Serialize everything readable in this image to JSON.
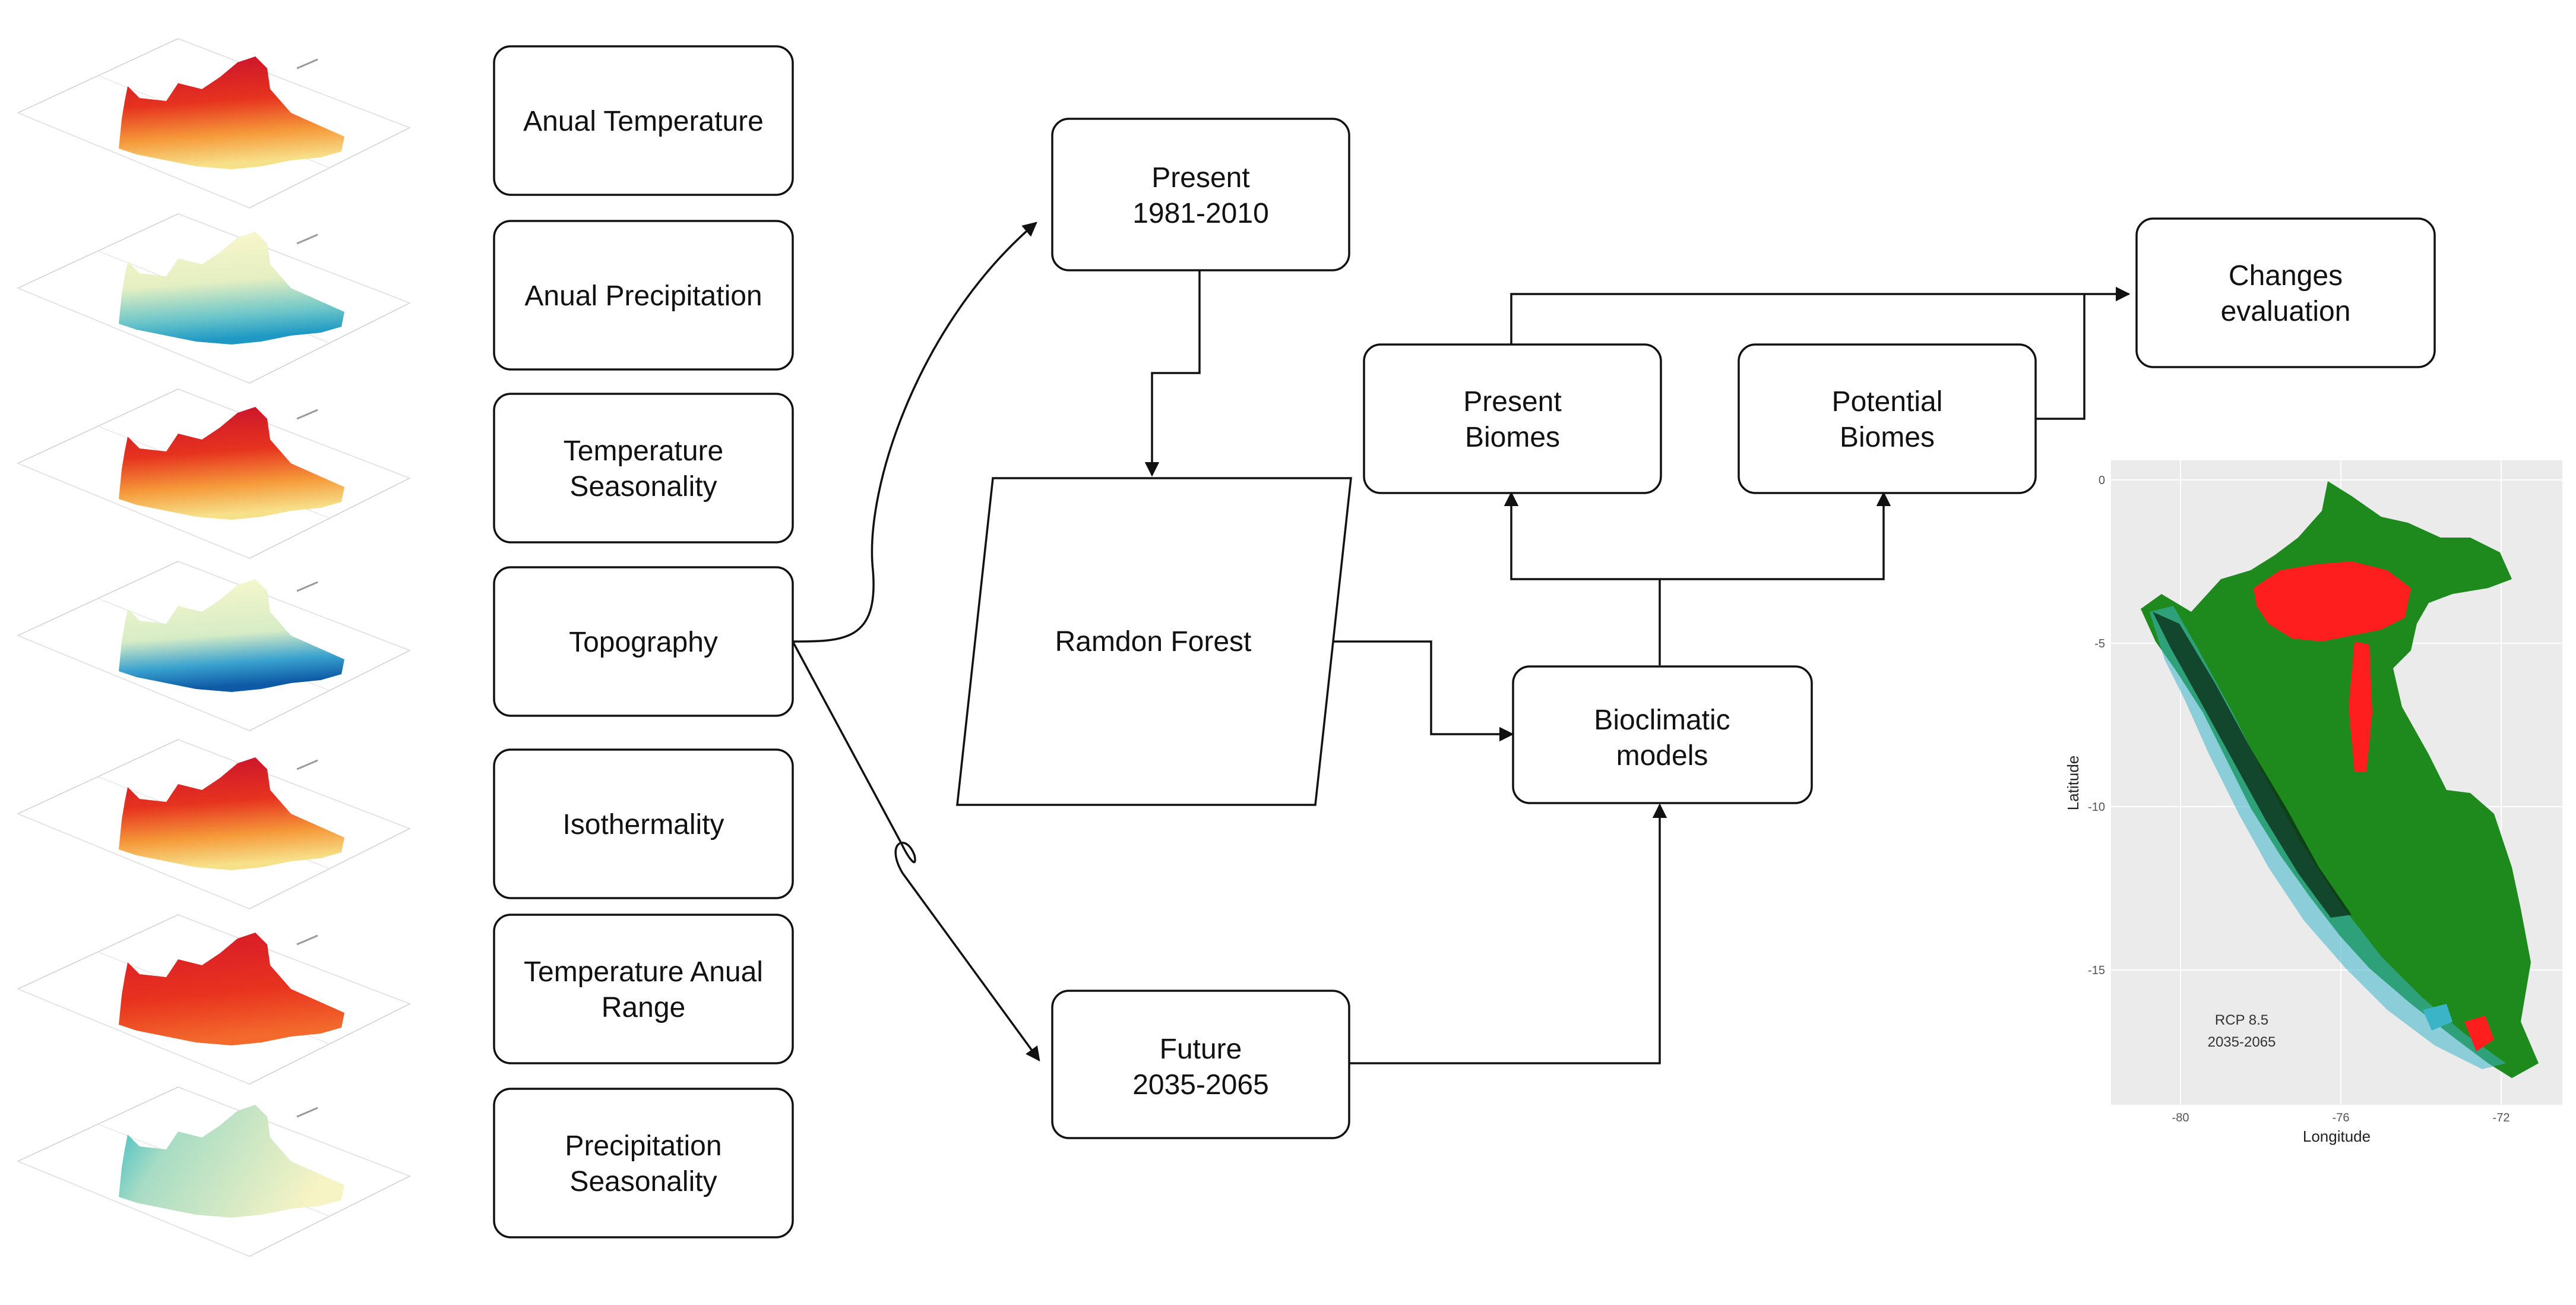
{
  "variables": [
    {
      "id": "annual-temperature",
      "label": "Anual Temperature"
    },
    {
      "id": "annual-precipitation",
      "label": "Anual Precipitation"
    },
    {
      "id": "temperature-seasonality",
      "label": [
        "Temperature",
        "Seasonality"
      ]
    },
    {
      "id": "topography",
      "label": "Topography"
    },
    {
      "id": "isothermality",
      "label": "Isothermality"
    },
    {
      "id": "temperature-annual-range",
      "label": [
        "Temperature Anual",
        "Range"
      ]
    },
    {
      "id": "precipitation-seasonality",
      "label": [
        "Precipitation",
        "Seasonality"
      ]
    }
  ],
  "thumbnails": [
    {
      "palette": "red"
    },
    {
      "palette": "blue"
    },
    {
      "palette": "red"
    },
    {
      "palette": "blue-dark"
    },
    {
      "palette": "red"
    },
    {
      "palette": "red-orange"
    },
    {
      "palette": "teal"
    }
  ],
  "nodes": {
    "present": [
      "Present",
      "1981-2010"
    ],
    "future": [
      "Future",
      "2035-2065"
    ],
    "random_forest": "Ramdon Forest",
    "bioclimatic": [
      "Bioclimatic",
      "models"
    ],
    "present_biomes": [
      "Present",
      "Biomes"
    ],
    "potential_biomes": [
      "Potential",
      "Biomes"
    ],
    "changes": [
      "Changes",
      "evaluation"
    ]
  },
  "map": {
    "annotation": [
      "RCP 8.5",
      "2035-2065"
    ],
    "xlabel": "Longitude",
    "ylabel": "Latitude",
    "x_ticks": [
      "-80",
      "-76",
      "-72"
    ],
    "y_ticks": [
      "0",
      "-5",
      "-10",
      "-15"
    ]
  },
  "colors": {
    "stroke": "#111111",
    "map_bg": "#ebebeb",
    "forest": "#1e8a1e",
    "dry": "#3cb4c8",
    "changed": "#ff1e1e",
    "dark": "#0a2a14"
  }
}
